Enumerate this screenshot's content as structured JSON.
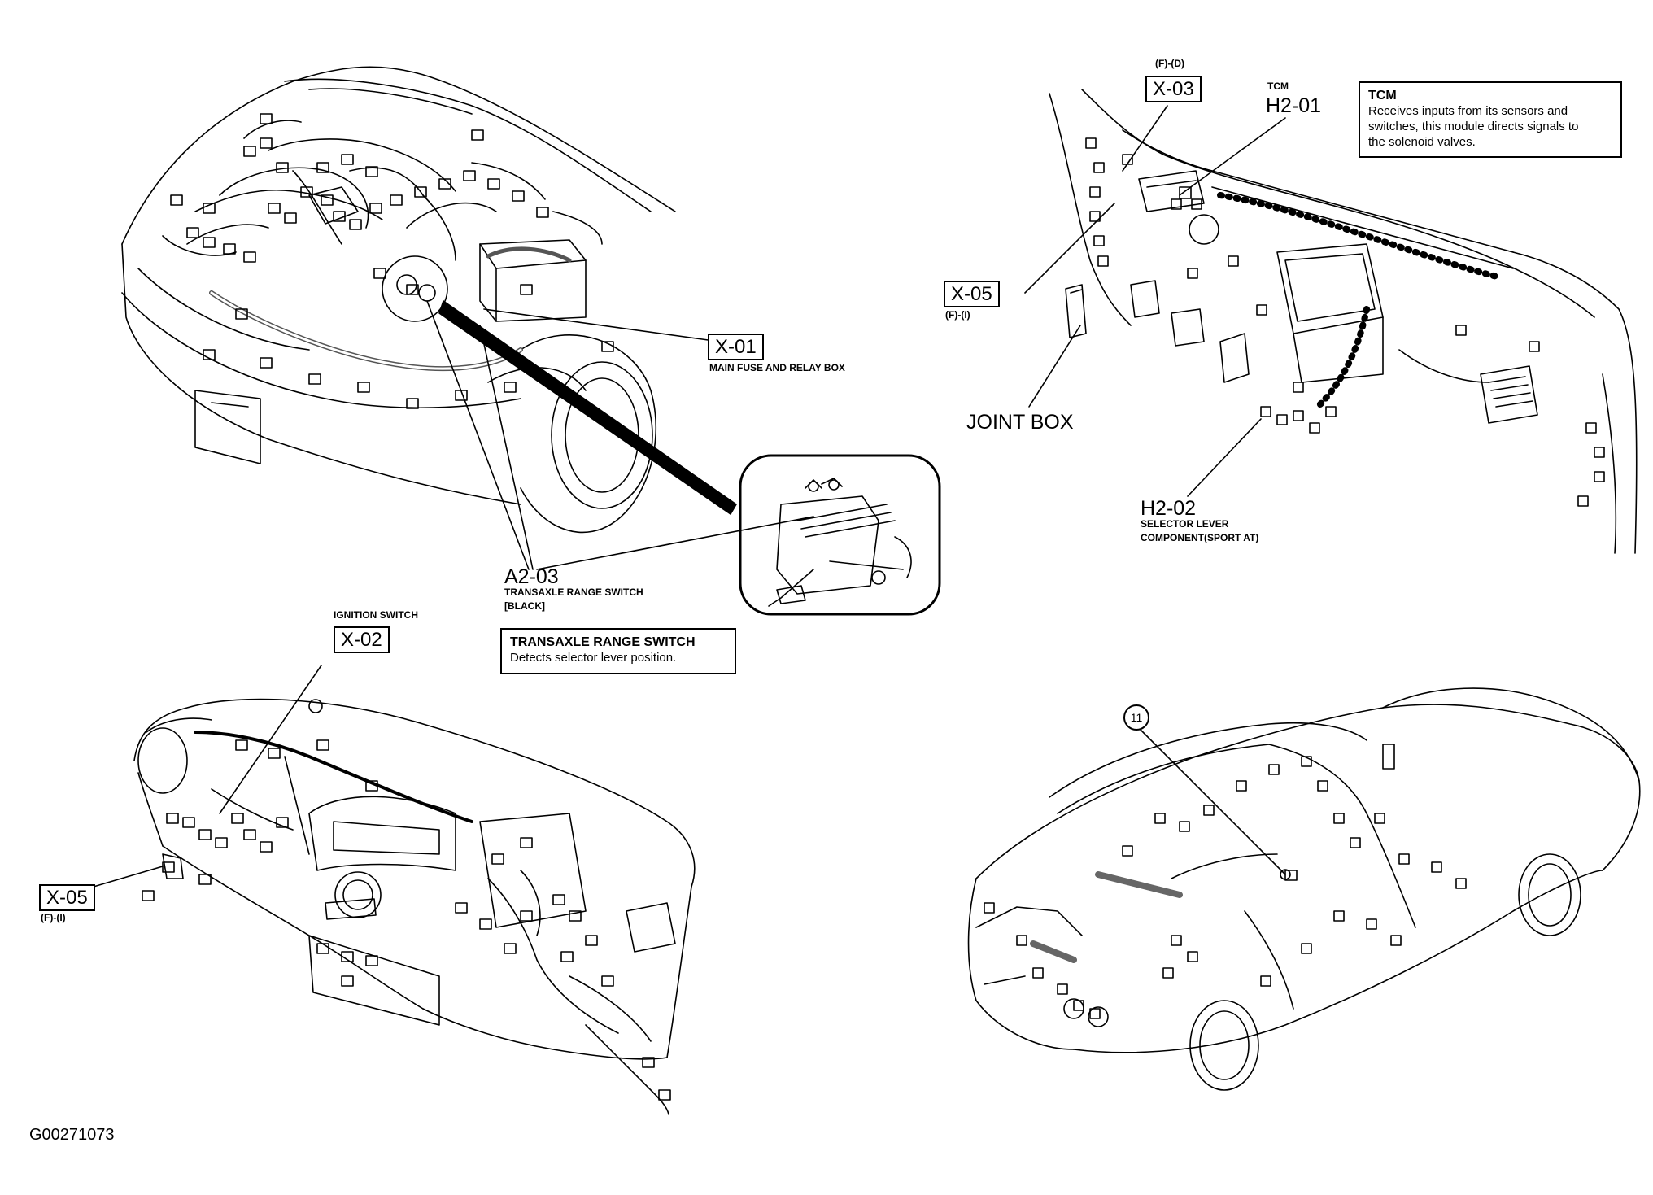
{
  "figure_id": "G00271073",
  "connectors": {
    "x01": {
      "code": "X-01",
      "desc": "MAIN FUSE AND RELAY BOX"
    },
    "x02": {
      "code": "X-02",
      "desc": "IGNITION SWITCH"
    },
    "x03": {
      "code": "X-03",
      "ref": "(F)-(D)"
    },
    "x05_top": {
      "code": "X-05",
      "ref": "(F)-(I)"
    },
    "x05_bottom": {
      "code": "X-05",
      "ref": "(F)-(I)"
    },
    "a203": {
      "code": "A2-03",
      "desc_line1": "TRANSAXLE RANGE SWITCH",
      "desc_line2": "[BLACK]"
    },
    "h201": {
      "code": "H2-01",
      "desc": "TCM"
    },
    "h202": {
      "code": "H2-02",
      "desc_line1": "SELECTOR LEVER",
      "desc_line2": "COMPONENT(SPORT AT)"
    },
    "joint_box": {
      "label": "JOINT BOX"
    },
    "ref11": {
      "label": "11"
    }
  },
  "info_boxes": {
    "tcm": {
      "title": "TCM",
      "lines": [
        "Receives inputs from its sensors and",
        "switches, this module directs signals to",
        "the solenoid valves."
      ]
    },
    "trs": {
      "title": "TRANSAXLE RANGE SWITCH",
      "lines": [
        "Detects selector lever position."
      ]
    }
  }
}
